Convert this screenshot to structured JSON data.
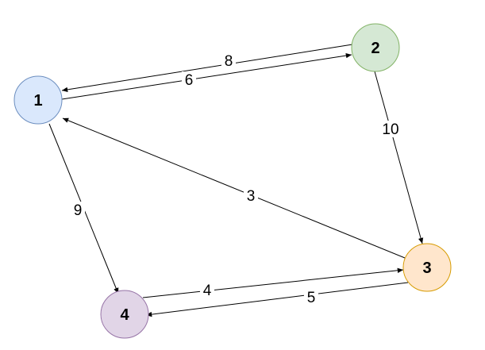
{
  "nodes": [
    {
      "id": "1",
      "label": "1",
      "fill": "#dae8fc",
      "stroke": "#6c8ebf"
    },
    {
      "id": "2",
      "label": "2",
      "fill": "#d5e8d4",
      "stroke": "#82b366"
    },
    {
      "id": "3",
      "label": "3",
      "fill": "#ffe6cc",
      "stroke": "#d79b00"
    },
    {
      "id": "4",
      "label": "4",
      "fill": "#e1d5e7",
      "stroke": "#9673a6"
    }
  ],
  "edges": [
    {
      "from": "2",
      "to": "1",
      "weight": "8"
    },
    {
      "from": "1",
      "to": "2",
      "weight": "6"
    },
    {
      "from": "2",
      "to": "3",
      "weight": "10"
    },
    {
      "from": "3",
      "to": "1",
      "weight": "3"
    },
    {
      "from": "1",
      "to": "4",
      "weight": "9"
    },
    {
      "from": "4",
      "to": "3",
      "weight": "4"
    },
    {
      "from": "3",
      "to": "4",
      "weight": "5"
    }
  ]
}
